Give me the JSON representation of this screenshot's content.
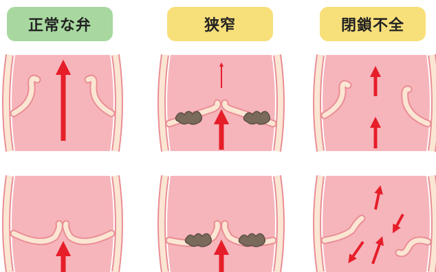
{
  "columns": [
    {
      "label": "正常な弁",
      "label_color": "#a8d8a0"
    },
    {
      "label": "狭窄",
      "label_color": "#f7df7a"
    },
    {
      "label": "閉鎖不全",
      "label_color": "#f7df7a"
    }
  ],
  "colors": {
    "vessel_fill": "#f6b5bb",
    "wall": "#fbe6d3",
    "wall_outline": "#ea8d95",
    "arrow": "#e61e2a",
    "calcification": "#7a6a5c",
    "calcification_outline": "#5c4e44"
  }
}
